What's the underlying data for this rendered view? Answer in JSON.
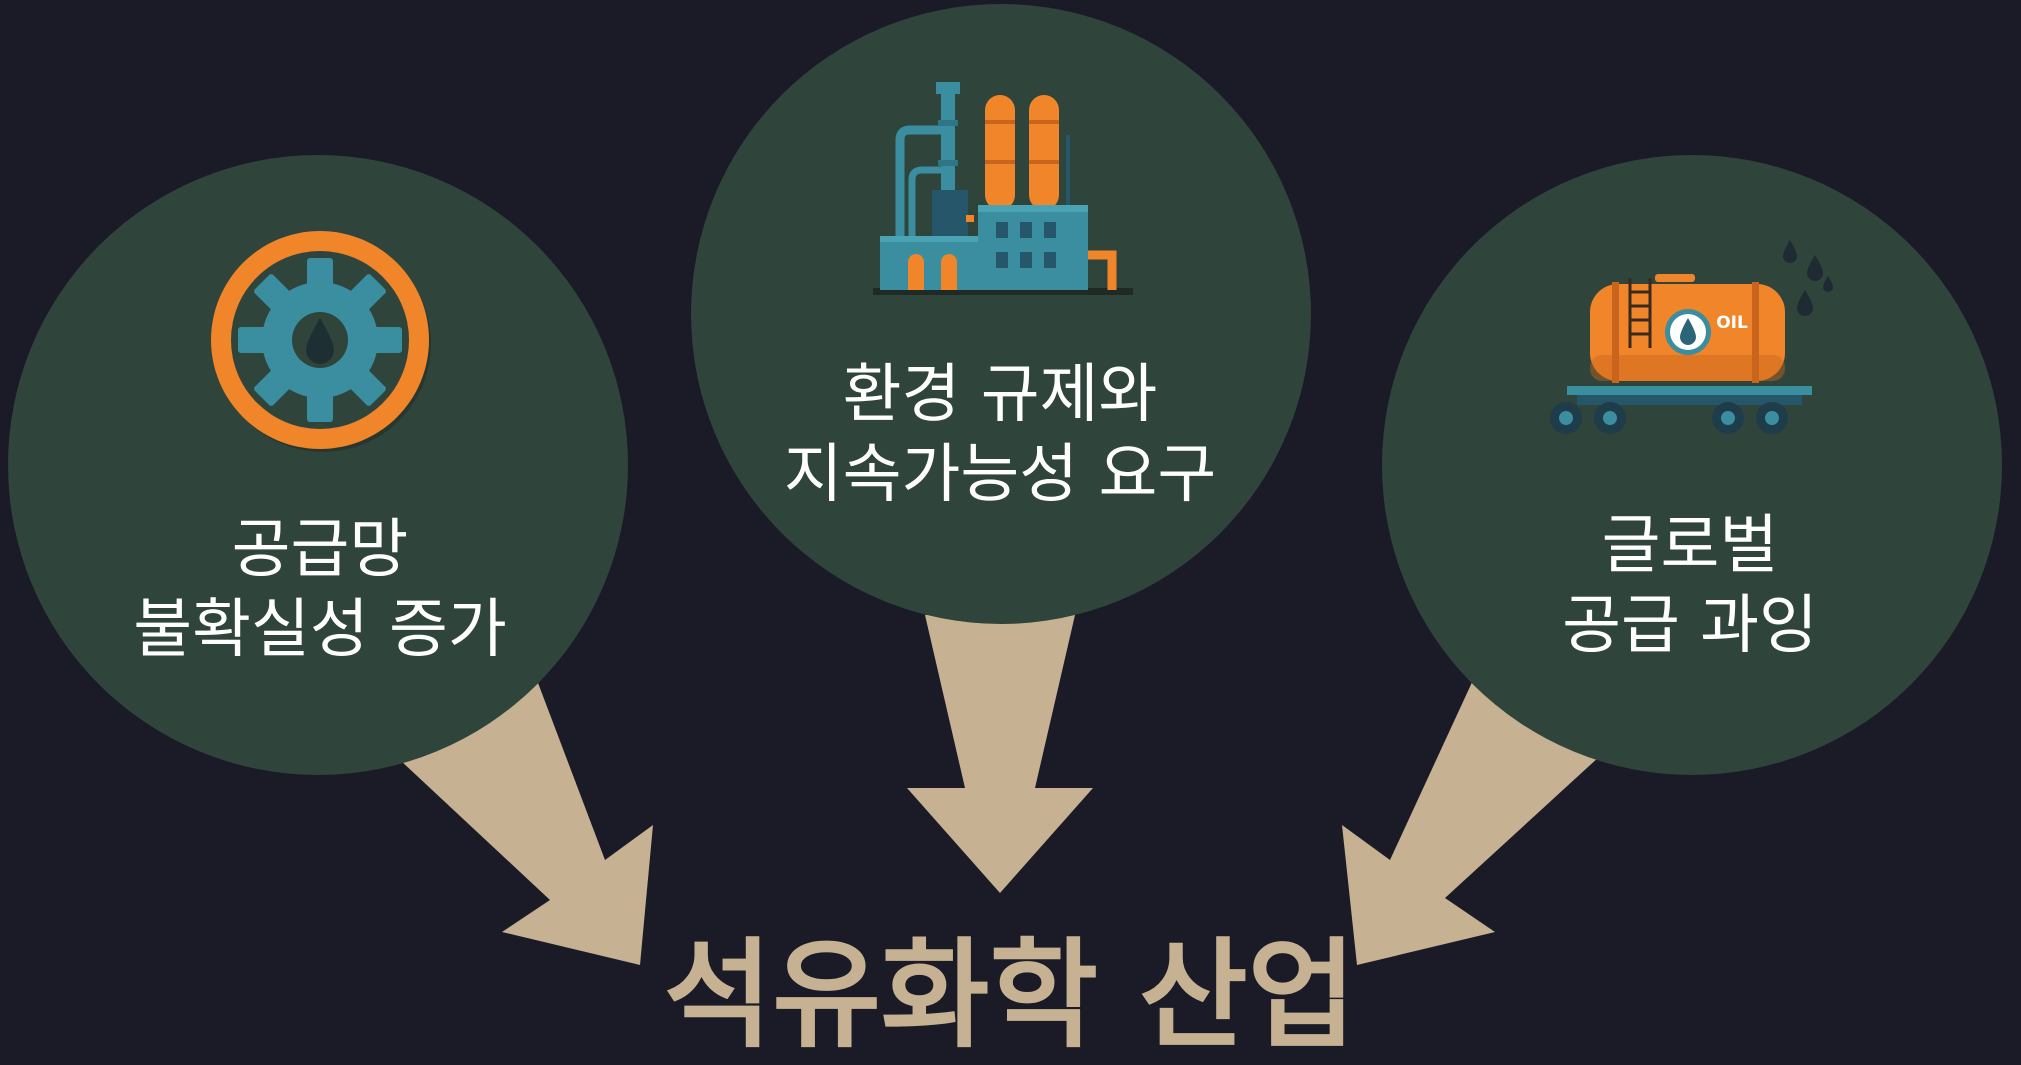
{
  "colors": {
    "background": "#1b1b27",
    "circle_fill": "#2f443b",
    "arrow": "#c6b293",
    "accent_orange": "#f0852a",
    "accent_teal": "#3b8ea0",
    "text": "#ffffff"
  },
  "factors": [
    {
      "icon": "gear-with-oil-drop-icon",
      "lines": [
        "공급망",
        "불확실성 증가"
      ]
    },
    {
      "icon": "refinery-factory-icon",
      "lines": [
        "환경 규제와",
        "지속가능성 요구"
      ]
    },
    {
      "icon": "oil-tank-railcar-icon",
      "lines": [
        "글로벌",
        "공급 과잉"
      ],
      "tank_text": "OIL"
    }
  ],
  "target": {
    "title": "석유화학 산업"
  }
}
